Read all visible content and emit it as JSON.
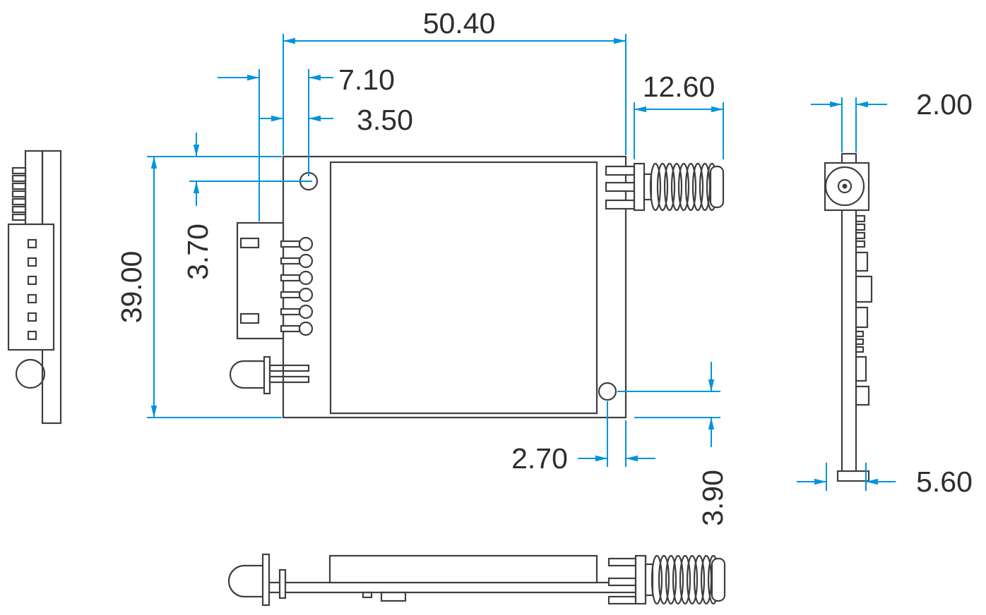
{
  "dimensions": {
    "overall_width": "50.40",
    "hole_offset_a": "7.10",
    "hole_offset_b": "3.50",
    "antenna_length": "12.60",
    "pcb_thickness": "2.00",
    "overall_height": "39.00",
    "hole_top_offset": "3.70",
    "hole2_right_offset": "2.70",
    "hole2_bottom_offset": "3.90",
    "module_depth": "5.60"
  },
  "colors": {
    "dimension_lines": "#0093dd",
    "part_outlines": "#3f3f3f",
    "label_text": "#2e2e2e",
    "background": "#ffffff"
  }
}
